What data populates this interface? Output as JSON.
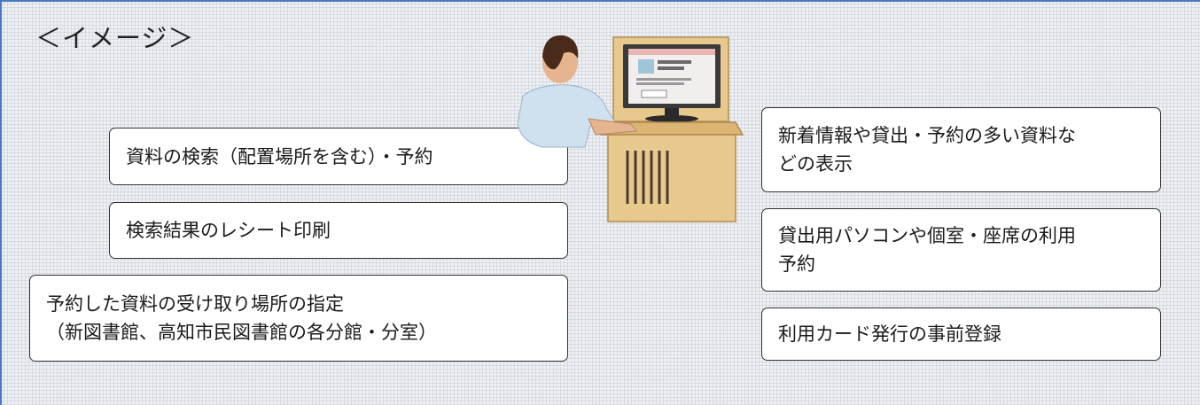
{
  "heading": "＜イメージ＞",
  "left_features": [
    {
      "lines": [
        "資料の検索（配置場所を含む）・予約"
      ]
    },
    {
      "lines": [
        "検索結果のレシート印刷"
      ]
    },
    {
      "lines": [
        "予約した資料の受け取り場所の指定",
        "（新図書館、高知市民図書館の各分館・分室）"
      ]
    }
  ],
  "right_features": [
    {
      "lines": [
        "新着情報や貸出・予約の多い資料な",
        "どの表示"
      ]
    },
    {
      "lines": [
        "貸出用パソコンや個室・座席の利用",
        "予約"
      ]
    },
    {
      "lines": [
        "利用カード発行の事前登録"
      ]
    }
  ],
  "colors": {
    "frame_border": "#4a78c4",
    "kiosk_wood": "#e8c98d",
    "screen_bg": "#f2eeee"
  },
  "illustration": {
    "name": "person-using-library-search-kiosk"
  }
}
